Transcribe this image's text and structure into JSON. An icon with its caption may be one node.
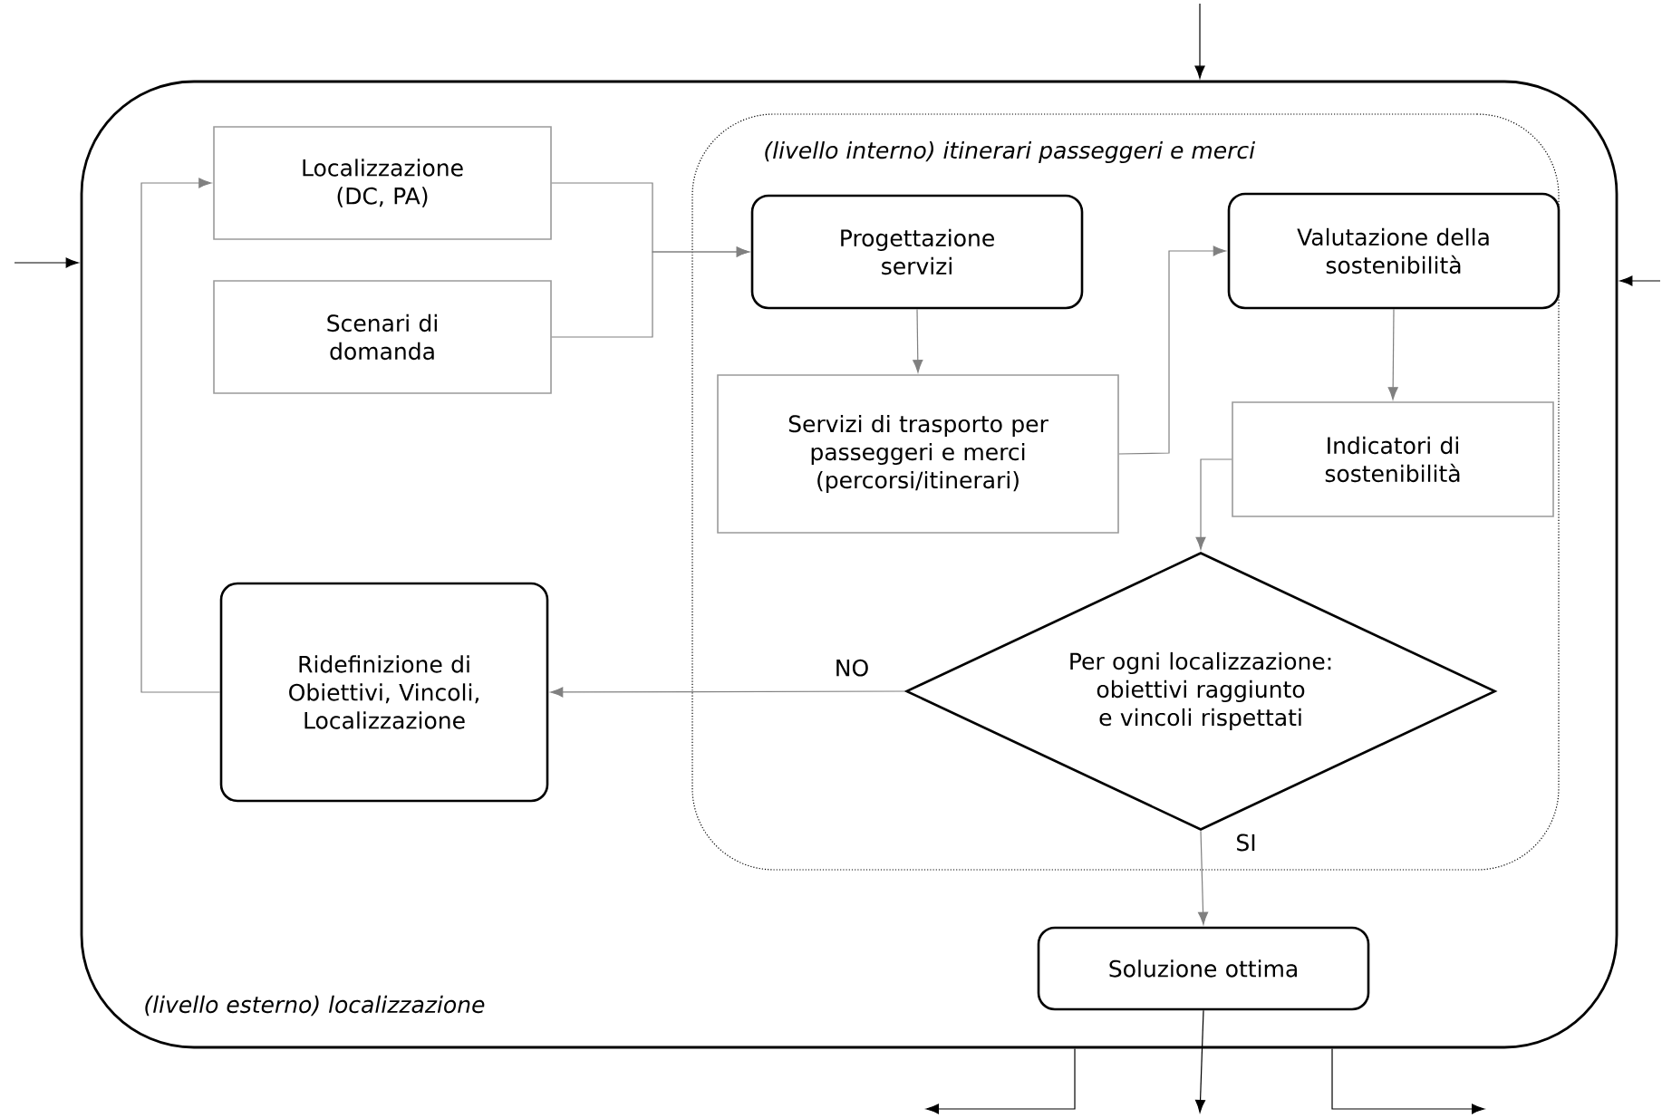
{
  "diagram": {
    "nodes": [
      {
        "text": [
          "(livello esterno) localizzazione"
        ]
      },
      {
        "text": [
          "Localizzazione (DC, PA)"
        ],
        "in": 0
      },
      {
        "text": [
          "Scenari di domanda"
        ],
        "in": 0
      },
      {
        "text": [
          "(livello interno) itinerari passeggeri e merci"
        ],
        "in": 0
      },
      {
        "text": [
          "Progettazione servizi"
        ],
        "in": 3
      },
      {
        "text": [
          "Valutazione della sostenibilità"
        ],
        "in": 3
      },
      {
        "text": [
          "Servizi di trasporto per passeggeri e merci (percorsi/itinerari)"
        ],
        "in": 3
      },
      {
        "text": [
          "Indicatori di sostenibilità"
        ],
        "in": 3
      },
      {
        "text": [
          "Per ogni localizzazione: obiettivi raggiunto e vincoli rispettati"
        ],
        "in": 3
      },
      {
        "text": [
          "Ridefinizione di Obiettivi, Vincoli, Localizzazione"
        ],
        "in": 0
      },
      {
        "text": [
          "Soluzione ottima"
        ],
        "in": 0
      }
    ],
    "edges": [
      {
        "from": null,
        "to": 0,
        "arrow": "to",
        "color": "#000000"
      },
      {
        "from": null,
        "to": 0,
        "arrow": "to",
        "color": "#000000"
      },
      {
        "from": null,
        "to": 0,
        "arrow": "to",
        "color": "#000000"
      },
      {
        "from": 1,
        "to": 4,
        "arrow": "to"
      },
      {
        "from": 2,
        "to": 4,
        "arrow": "to"
      },
      {
        "from": 4,
        "to": 6,
        "arrow": "to"
      },
      {
        "from": 6,
        "to": 5,
        "arrow": "to"
      },
      {
        "from": 5,
        "to": 7,
        "arrow": "to"
      },
      {
        "from": 7,
        "to": 8,
        "arrow": "to"
      },
      {
        "from": 8,
        "to": 9,
        "arrow": "to",
        "label": "NO"
      },
      {
        "from": 9,
        "to": 1,
        "arrow": "to"
      },
      {
        "from": 8,
        "to": 10,
        "arrow": "to",
        "label": "SI"
      },
      {
        "from": 10,
        "to": null,
        "arrow": "to",
        "color": "#000000"
      },
      {
        "from": 0,
        "to": null,
        "arrow": "to",
        "color": "#000000"
      },
      {
        "from": 0,
        "to": null,
        "arrow": "to",
        "color": "#000000"
      }
    ]
  }
}
